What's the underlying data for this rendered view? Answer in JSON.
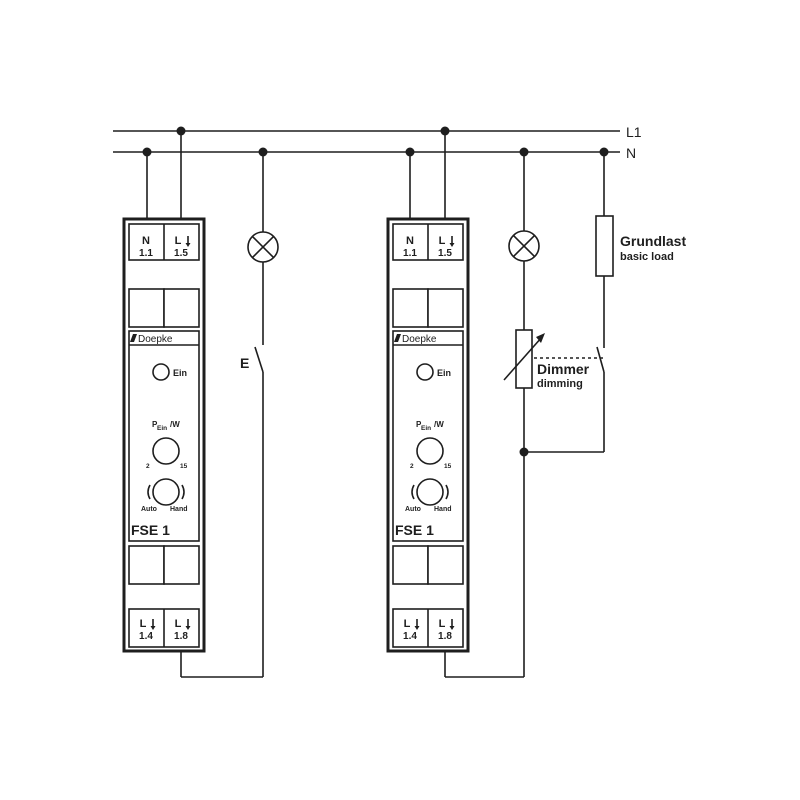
{
  "busbars": {
    "l1": "L1",
    "n": "N"
  },
  "devices": [
    {
      "brand": "Doepke",
      "model": "FSE 1",
      "top_terminals": [
        {
          "name": "N",
          "num": "1.1"
        },
        {
          "name": "L",
          "num": "1.5"
        }
      ],
      "bottom_terminals": [
        {
          "name": "L",
          "num": "1.4"
        },
        {
          "name": "L",
          "num": "1.8"
        }
      ],
      "ein_label": "Ein",
      "power": {
        "p": "P",
        "sub": "Ein",
        "unit": "/W",
        "min": "2",
        "max": "15"
      },
      "mode": {
        "auto": "Auto",
        "hand": "Hand"
      }
    },
    {
      "brand": "Doepke",
      "model": "FSE 1",
      "top_terminals": [
        {
          "name": "N",
          "num": "1.1"
        },
        {
          "name": "L",
          "num": "1.5"
        }
      ],
      "bottom_terminals": [
        {
          "name": "L",
          "num": "1.4"
        },
        {
          "name": "L",
          "num": "1.8"
        }
      ],
      "ein_label": "Ein",
      "power": {
        "p": "P",
        "sub": "Ein",
        "unit": "/W",
        "min": "2",
        "max": "15"
      },
      "mode": {
        "auto": "Auto",
        "hand": "Hand"
      }
    }
  ],
  "grundlast": {
    "de": "Grundlast",
    "en": "basic load"
  },
  "dimmer": {
    "de": "Dimmer",
    "en": "dimming"
  },
  "switch_symbol": "E",
  "icons": [
    "lamp-icon",
    "lamp-icon",
    "resistor-icon",
    "variable-resistor-icon",
    "switch-icon",
    "arrow-down-icon"
  ]
}
